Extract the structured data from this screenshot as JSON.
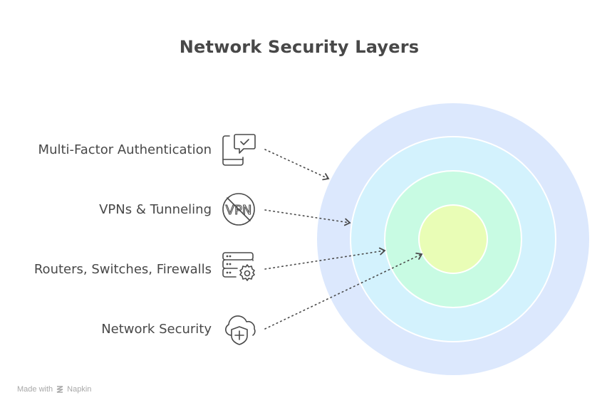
{
  "title": "Network Security Layers",
  "layers": [
    {
      "label": "Multi-Factor Authentication",
      "icon": "phone-chat-check-icon",
      "color": "#dce8fd"
    },
    {
      "label": "VPNs & Tunneling",
      "icon": "vpn-blocked-icon",
      "color": "#d3f2fd"
    },
    {
      "label": "Routers, Switches, Firewalls",
      "icon": "server-gear-icon",
      "color": "#c8fbe3"
    },
    {
      "label": "Network Security",
      "icon": "cloud-shield-icon",
      "color": "#e9fdb6"
    }
  ],
  "footer": {
    "made_with": "Made with",
    "brand": "Napkin"
  }
}
